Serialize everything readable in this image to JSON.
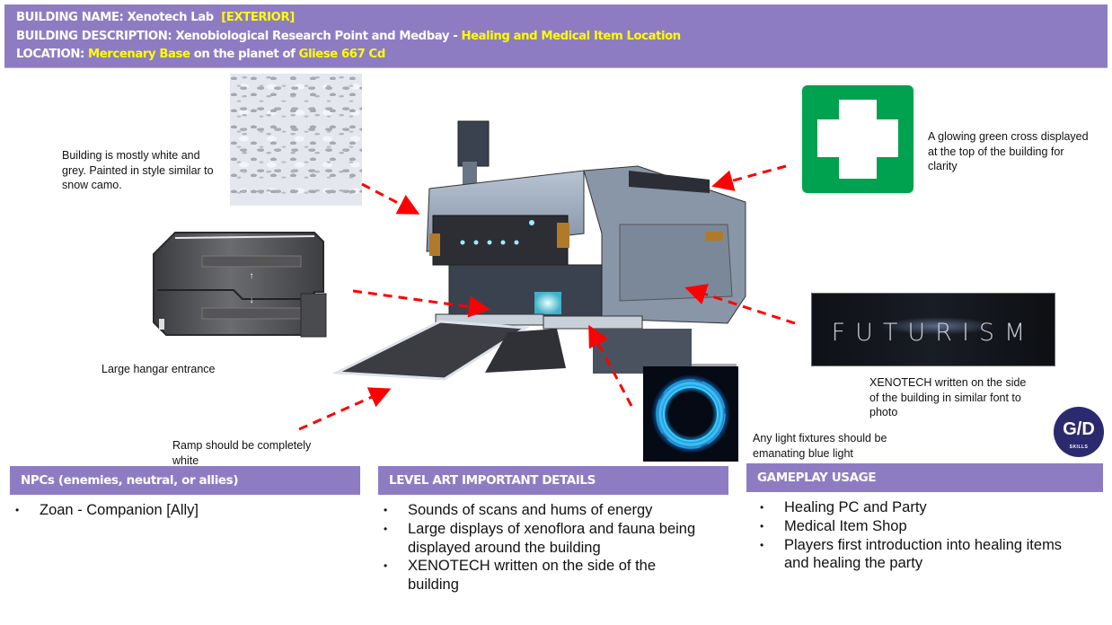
{
  "header": {
    "building_name_label": "BUILDING NAME: ",
    "building_name": "Xenotech Lab",
    "building_type": "[EXTERIOR]",
    "description_label": "BUILDING DESCRIPTION: ",
    "description": "Xenobiological Research Point and Medbay - ",
    "description_highlight": "Healing and Medical Item Location",
    "location_label": "LOCATION: ",
    "location_base": "Mercenary Base",
    "location_mid": " on the planet of ",
    "location_planet": "Gliese 667 Cd"
  },
  "annotations": {
    "camo": "Building is mostly white and grey. Painted in style similar to snow camo.",
    "cross": "A glowing green cross displayed at the top of the building for clarity",
    "hangar": "Large hangar entrance",
    "ramp": "Ramp should be completely white",
    "font": "XENOTECH written on the side of the building in similar font to photo",
    "lights": "Any light fixtures should be emanating blue light"
  },
  "reference_images": {
    "futurism_text": "FUTURISM",
    "logo_text": "G/D",
    "logo_subtext": "SKILLS"
  },
  "sections": {
    "npcs": {
      "title": "NPCs (enemies, neutral, or allies)",
      "items": [
        "Zoan - Companion [Ally]"
      ]
    },
    "level_art": {
      "title": "LEVEL ART IMPORTANT DETAILS",
      "items": [
        "Sounds of scans and hums of energy",
        "Large displays of xenoflora and fauna being displayed around the building",
        "XENOTECH written on the side of the building"
      ]
    },
    "gameplay": {
      "title": "GAMEPLAY USAGE",
      "items": [
        "Healing PC and Party",
        "Medical Item Shop",
        "Players first introduction into healing items and healing the party"
      ]
    }
  },
  "colors": {
    "banner": "#8e7cc3",
    "highlight": "#ffff00",
    "arrow": "#ff0000",
    "cross_green": "#00a14f"
  }
}
